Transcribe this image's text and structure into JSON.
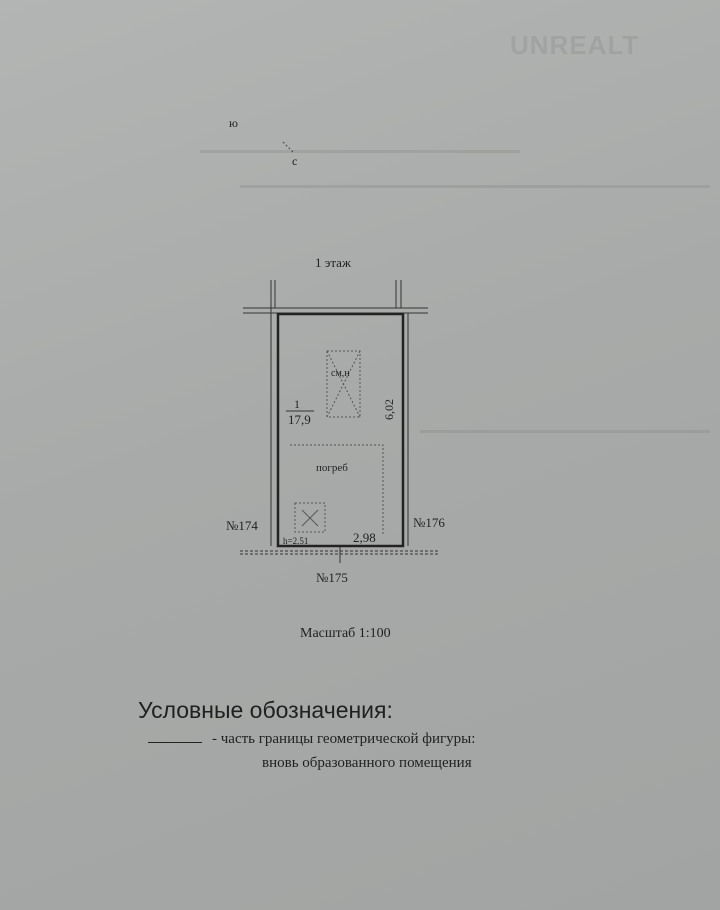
{
  "watermark": "UNREALT",
  "compass": {
    "north_label": "ю",
    "south_label": "с"
  },
  "plan": {
    "floor_label": "1 этаж",
    "room_number": "1",
    "room_area": "17,9",
    "fixture_label": "см,н",
    "cellar_label": "погреб",
    "height_label": "h=2.51",
    "width_dim": "2,98",
    "length_dim": "6,02",
    "neighbor_left": "№174",
    "neighbor_right": "№176",
    "neighbor_bottom": "№175"
  },
  "scale": "Масштаб 1:100",
  "legend": {
    "title": "Условные обозначения:",
    "line1": "- часть границы геометрической фигуры:",
    "line2": "вновь образованного помещения"
  }
}
